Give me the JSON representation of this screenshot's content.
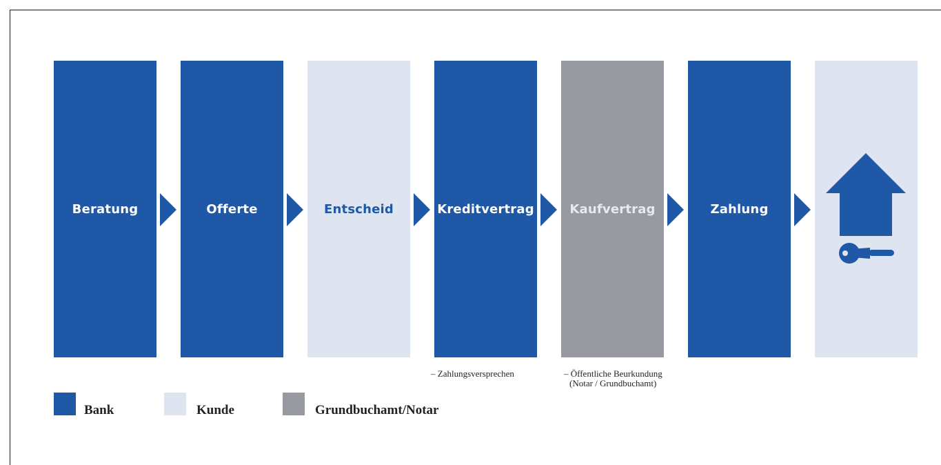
{
  "steps": [
    {
      "label": "Beratung",
      "role": "Bank"
    },
    {
      "label": "Offerte",
      "role": "Bank"
    },
    {
      "label": "Entscheid",
      "role": "Kunde"
    },
    {
      "label": "Kreditvertrag",
      "role": "Bank"
    },
    {
      "label": "Kaufvertrag",
      "role": "Grundbuchamt/Notar"
    },
    {
      "label": "Zahlung",
      "role": "Bank"
    },
    {
      "icon": "house-with-key-icon",
      "role": "Kunde"
    }
  ],
  "notes": {
    "kreditvertrag": "– Zahlungsversprechen",
    "kaufvertrag_line1": "– Öffentliche Beurkundung",
    "kaufvertrag_line2": "(Notar / Grundbuchamt)"
  },
  "legend": [
    {
      "label": "Bank",
      "color": "#1e58a7"
    },
    {
      "label": "Kunde",
      "color": "#dfe4f1"
    },
    {
      "label": "Grundbuchamt/Notar",
      "color": "#979aa1"
    }
  ],
  "colors": {
    "bank": "#1e58a7",
    "kunde": "#dfe4f1",
    "notar": "#979aa1"
  }
}
